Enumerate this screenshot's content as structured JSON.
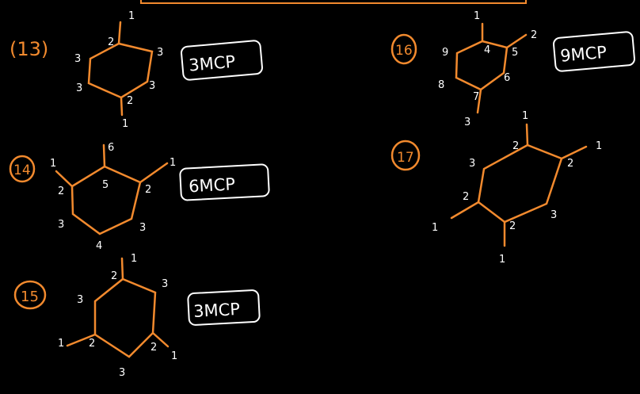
{
  "colors": {
    "background": "#000000",
    "bond": "#f28a2e",
    "label": "#ffffff",
    "problem": "#f28a2e"
  },
  "problems": [
    {
      "number": "(13)",
      "answer": "3MCP",
      "labels": [
        "1",
        "2",
        "3",
        "3",
        "3",
        "3",
        "2",
        "1"
      ]
    },
    {
      "number": "14",
      "answer": "6MCP",
      "labels": [
        "6",
        "1",
        "1",
        "2",
        "5",
        "2",
        "3",
        "3",
        "4"
      ]
    },
    {
      "number": "15",
      "answer": "3MCP",
      "labels": [
        "1",
        "2",
        "3",
        "3",
        "1",
        "2",
        "2",
        "1",
        "3"
      ]
    },
    {
      "number": "16",
      "answer": "9MCP",
      "labels": [
        "1",
        "2",
        "9",
        "4",
        "5",
        "8",
        "6",
        "7",
        "3"
      ]
    },
    {
      "number": "17",
      "answer": "",
      "labels": [
        "1",
        "2",
        "1",
        "3",
        "2",
        "2",
        "3",
        "1",
        "2",
        "1"
      ]
    }
  ]
}
